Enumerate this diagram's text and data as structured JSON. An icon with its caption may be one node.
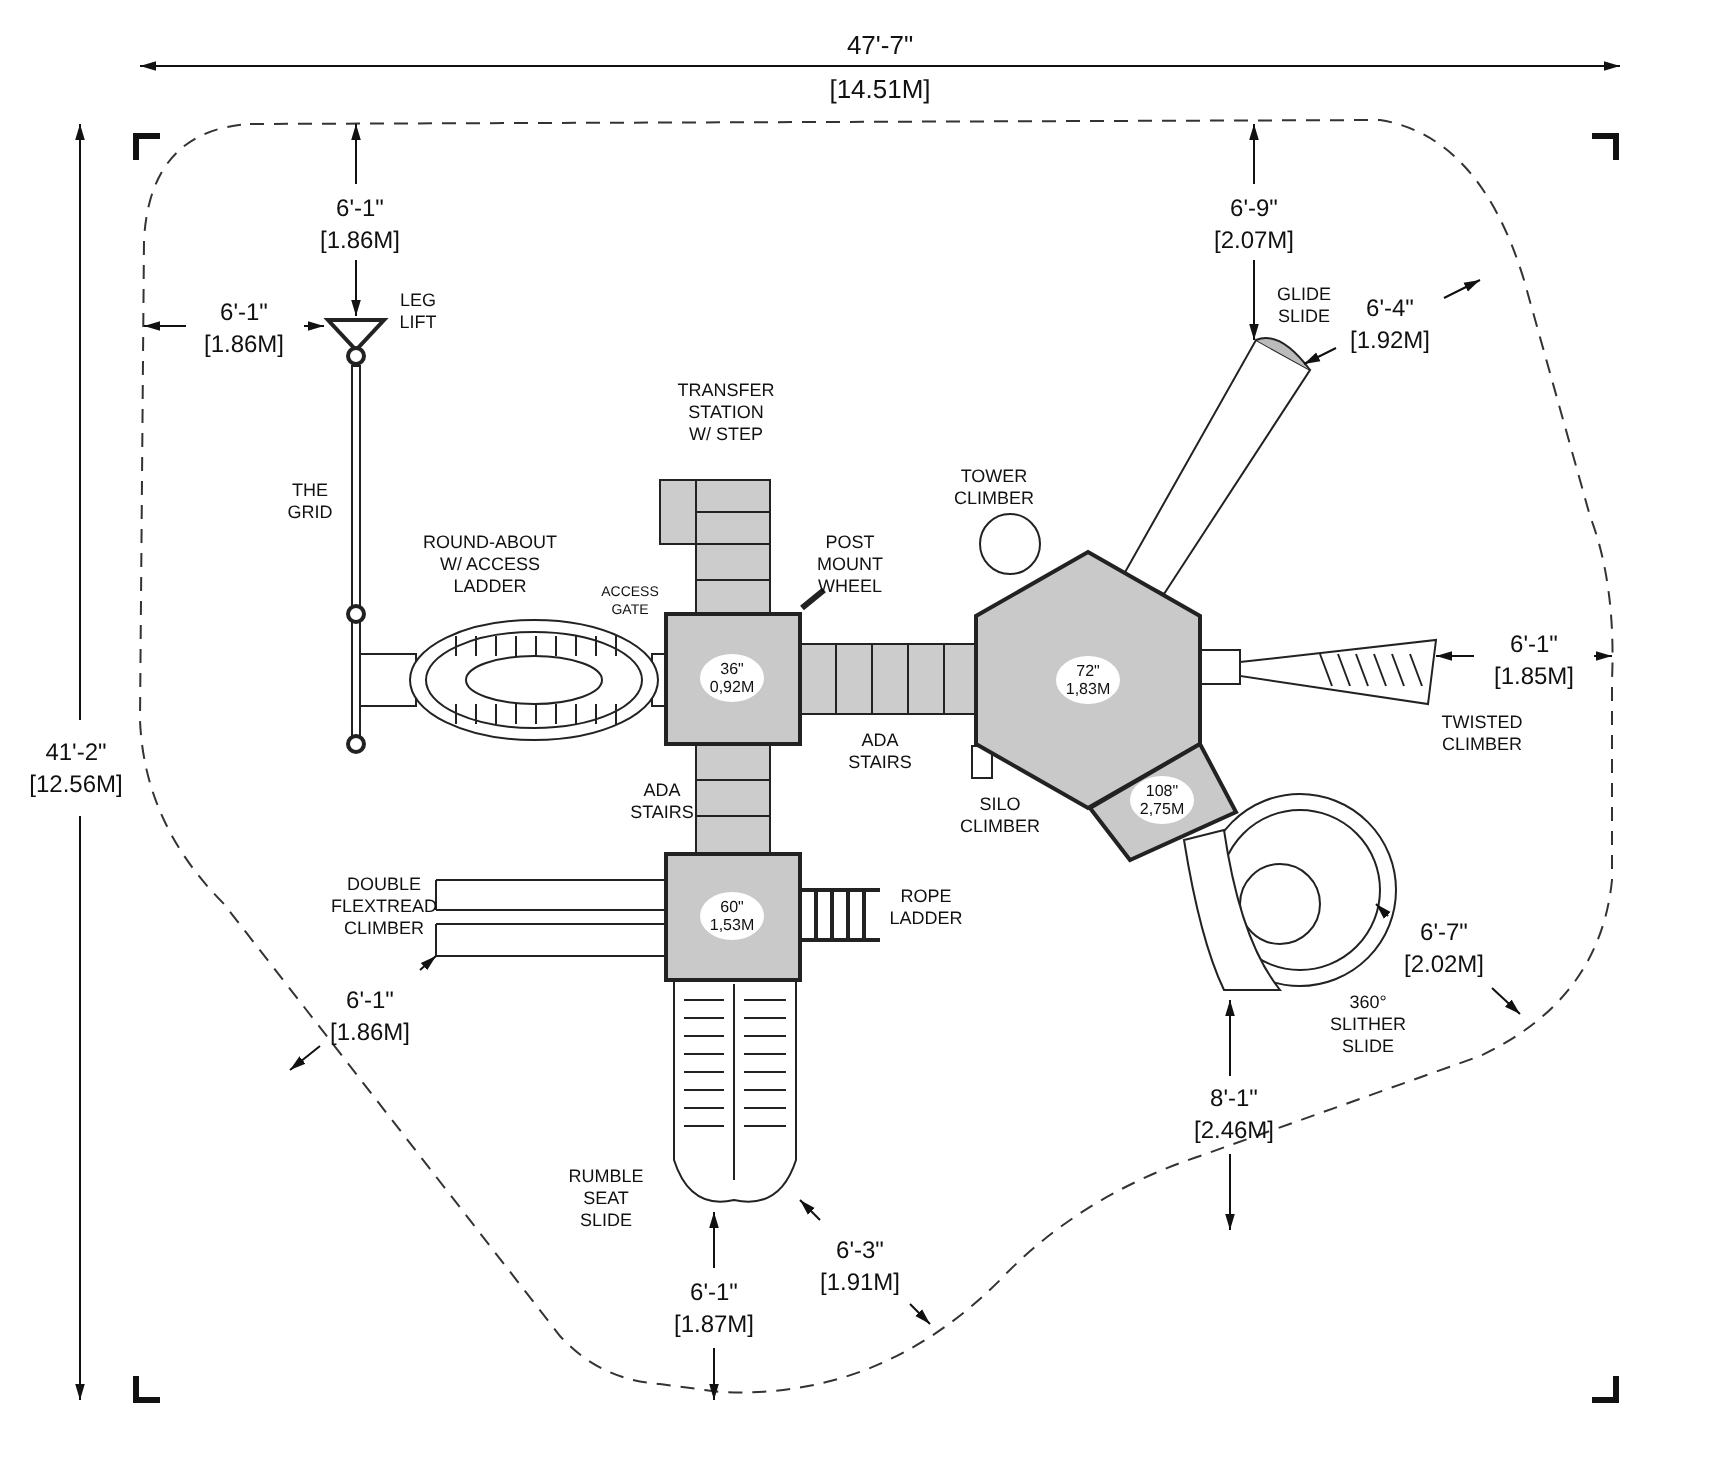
{
  "diagram": {
    "nodes": [
      {
        "text": [
          "36\" 0,92M"
        ]
      },
      {
        "text": [
          "72\" 1,83M"
        ]
      },
      {
        "text": [
          "108\" 2,75M"
        ]
      },
      {
        "text": [
          "60\" 1,53M"
        ]
      }
    ],
    "labels": [
      "47'-7\" [14.51M]",
      "6'-1\" [1.86M]",
      "6'-9\" [2.07M]",
      "6'-1\" [1.86M]",
      "LEG LIFT",
      "GLIDE SLIDE",
      "6'-4\" [1.92M]",
      "TRANSFER STATION W/ STEP",
      "TOWER CLIMBER",
      "THE GRID",
      "ROUND-ABOUT W/ ACCESS LADDER",
      "POST MOUNT WHEEL",
      "ACCESS GATE",
      "41'-2\" [12.56M]",
      "6'-1\" [1.85M]",
      "ADA STAIRS",
      "TWISTED CLIMBER",
      "SILO CLIMBER",
      "ADA STAIRS",
      "DOUBLE FLEXTREAD CLIMBER",
      "ROPE LADDER",
      "6'-1\" [1.86M]",
      "6'-7\" [2.02M]",
      "360° SLITHER SLIDE",
      "8'-1\" [2.46M]",
      "RUMBLE SEAT SLIDE",
      "6'-3\" [1.91M]",
      "6'-1\" [1.87M]"
    ]
  }
}
